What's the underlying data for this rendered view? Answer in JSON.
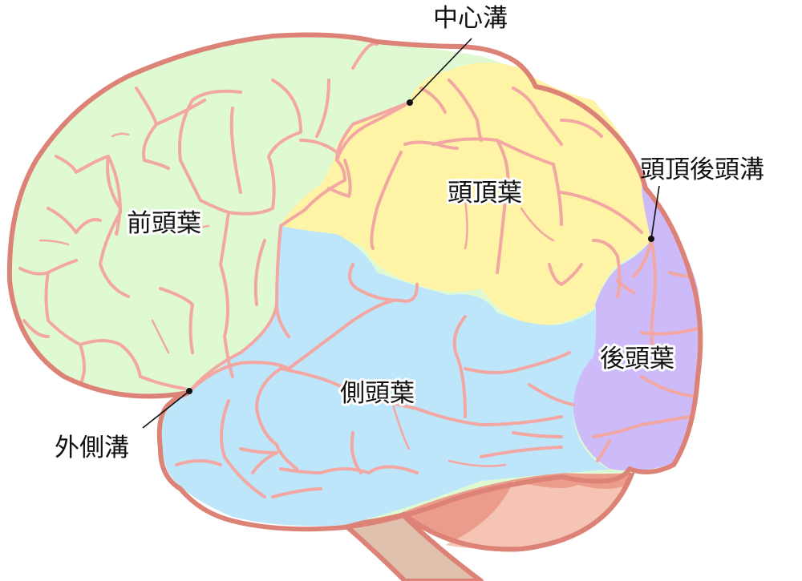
{
  "diagram": {
    "subject": "Lateral view of the human brain (cerebral lobes and sulci)",
    "colors": {
      "frontal": "#dffad2",
      "parietal": "#fff4a6",
      "temporal": "#bee6fb",
      "occipital": "#cdbbf9",
      "cerebellum_dark": "#ec9c8a",
      "cerebellum_light": "#f6c4b5",
      "brainstem": "#dfc1ad",
      "outline": "#dc8276",
      "sulcus": "#f2a7a3",
      "text": "#111111",
      "background": "#ffffff"
    },
    "lobes": [
      {
        "id": "frontal",
        "label": "前頭葉"
      },
      {
        "id": "parietal",
        "label": "頭頂葉"
      },
      {
        "id": "temporal",
        "label": "側頭葉"
      },
      {
        "id": "occipital",
        "label": "後頭葉"
      }
    ],
    "sulci": [
      {
        "id": "central",
        "label": "中心溝"
      },
      {
        "id": "parieto_occipital",
        "label": "頭頂後頭溝"
      },
      {
        "id": "lateral",
        "label": "外側溝"
      }
    ]
  }
}
